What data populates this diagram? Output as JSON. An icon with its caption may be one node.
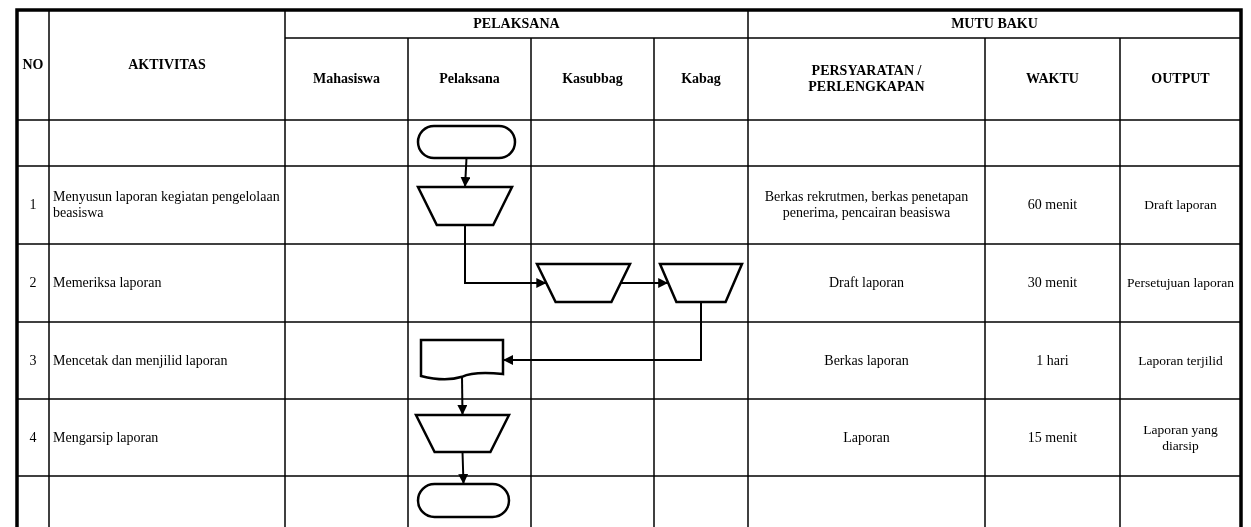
{
  "diagram": {
    "nodes": [
      {
        "text": [],
        "shape": "terminal"
      },
      {
        "text": [],
        "shape": "trapezoid"
      },
      {
        "text": [],
        "shape": "trapezoid"
      },
      {
        "text": [],
        "shape": "trapezoid"
      },
      {
        "text": [],
        "shape": "document"
      },
      {
        "text": [],
        "shape": "trapezoid"
      },
      {
        "text": [],
        "shape": "terminal"
      }
    ],
    "edges": [
      {
        "from": 0,
        "to": 1,
        "arrow": "to"
      },
      {
        "from": 1,
        "to": 2,
        "arrow": "to"
      },
      {
        "from": 2,
        "to": 3,
        "arrow": "to"
      },
      {
        "from": 3,
        "to": 4,
        "arrow": "to"
      },
      {
        "from": 4,
        "to": 5,
        "arrow": "to"
      },
      {
        "from": 5,
        "to": 6,
        "arrow": "to"
      }
    ],
    "labels": [
      "NO",
      "AKTIVITAS",
      "PELAKSANA",
      "MUTU BAKU",
      "Mahasiswa",
      "Pelaksana",
      "Kasubbag",
      "Kabag",
      "PERSYARATAN / PERLENGKAPAN",
      "WAKTU",
      "OUTPUT",
      "1",
      "Menyusun laporan kegiatan pengelolaan beasiswa",
      "Berkas rekrutmen, berkas penetapan penerima, pencairan beasiswa",
      "60 menit",
      "Draft laporan",
      "2",
      "Memeriksa laporan",
      "Draft laporan",
      "30 menit",
      "Persetujuan laporan",
      "3",
      "Mencetak dan menjilid laporan",
      "Berkas laporan",
      "1 hari",
      "Laporan terjilid",
      "4",
      "Mengarsip laporan",
      "Laporan",
      "15 menit",
      "Laporan yang diarsip"
    ]
  }
}
